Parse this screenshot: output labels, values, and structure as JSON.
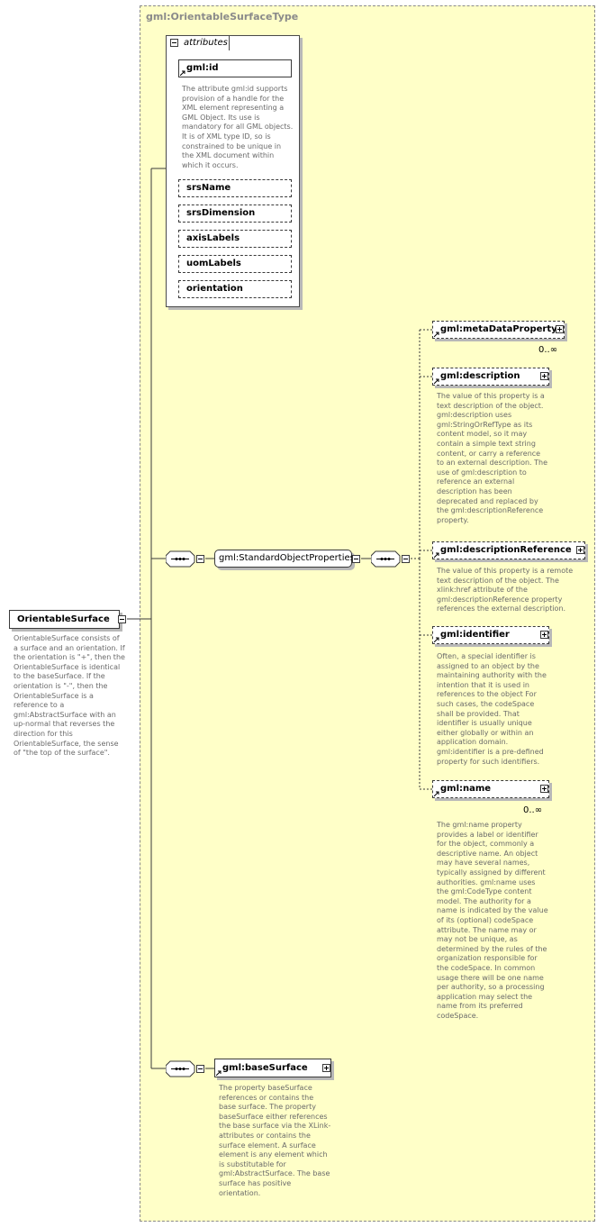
{
  "type": {
    "title": "gml:OrientableSurfaceType"
  },
  "root": {
    "name": "OrientableSurface",
    "description": "OrientableSurface consists of a surface and an orientation. If the orientation is \"+\", then the OrientableSurface is identical to the baseSurface. If the orientation is \"-\", then the OrientableSurface is a reference to a gml:AbstractSurface with an up-normal that reverses the direction for this OrientableSurface, the sense of \"the top of the surface\"."
  },
  "attributes": {
    "tab_label": "attributes",
    "id": {
      "name": "gml:id",
      "description": "The attribute gml:id supports provision of a handle for the XML element representing a GML Object. Its use is mandatory for all GML objects. It is of XML type ID, so is constrained to be unique in the XML document within which it occurs."
    },
    "optional": [
      "srsName",
      "srsDimension",
      "axisLabels",
      "uomLabels",
      "orientation"
    ]
  },
  "group": {
    "name": "gml:StandardObjectProperties"
  },
  "elements": {
    "metaDataProperty": {
      "name": "gml:metaDataProperty",
      "cardinality": "0..∞"
    },
    "description": {
      "name": "gml:description",
      "text": "The value of this property is a text description of the object. gml:description uses gml:StringOrRefType as its content model, so it may contain a simple text string content, or carry a reference to an external description. The use of gml:description to reference an external description has been deprecated and replaced by the gml:descriptionReference property."
    },
    "descriptionReference": {
      "name": "gml:descriptionReference",
      "text": "The value of this property is a remote text description of the object. The xlink:href attribute of the gml:descriptionReference property references the external description."
    },
    "identifier": {
      "name": "gml:identifier",
      "text": "Often, a special identifier is assigned to an object by the maintaining authority with the intention that it is used in references to the object For such cases, the codeSpace shall be provided. That identifier is usually unique either globally or within an application domain. gml:identifier is a pre-defined property for such identifiers."
    },
    "name": {
      "name": "gml:name",
      "cardinality": "0..∞",
      "text": "The gml:name property provides a label or identifier for the object, commonly a descriptive name. An object may have several names, typically assigned by different authorities. gml:name uses the gml:CodeType content model.  The authority for a name is indicated by the value of its (optional) codeSpace attribute.  The name may or may not be unique, as determined by the rules of the organization responsible for the codeSpace.  In common usage there will be one name per authority, so a processing application may select the name from its preferred codeSpace."
    },
    "baseSurface": {
      "name": "gml:baseSurface",
      "text": "The property baseSurface references or contains the base surface. The property baseSurface either references the base surface via the XLink-attributes or contains the surface element. A surface element is any element which is substitutable for gml:AbstractSurface. The base surface has positive orientation."
    }
  }
}
